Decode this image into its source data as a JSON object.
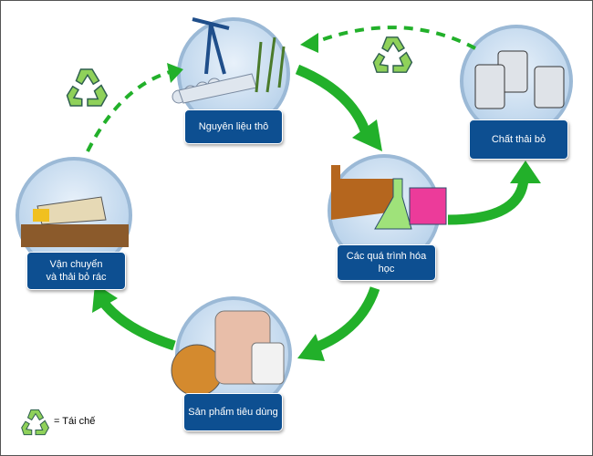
{
  "nodes": {
    "raw_materials": "Nguyên liệu thô",
    "waste": "Chất thải bỏ",
    "chemical_processes": "Các quá trình hóa học",
    "consumer_products": "Sản phẩm tiêu dùng",
    "transport_line1": "Vận chuyển",
    "transport_line2": "và thải bỏ rác"
  },
  "legend": {
    "icon": "recycle-icon",
    "label": "= Tái chế"
  },
  "colors": {
    "label_bg": "#0d4f91",
    "arrow": "#22b02a",
    "circle": "#a9c6e2"
  }
}
